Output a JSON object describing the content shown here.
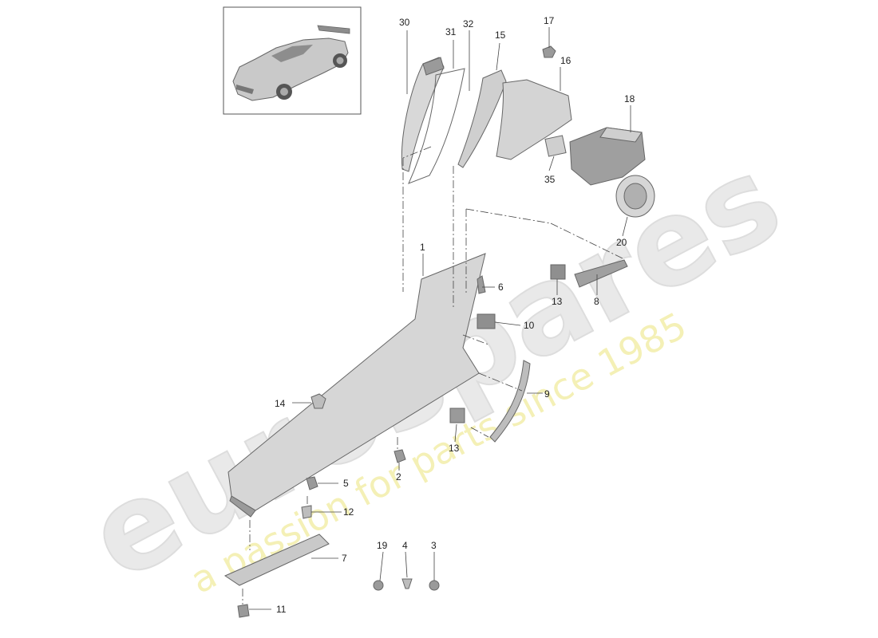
{
  "diagram": {
    "callouts": {
      "n1": "1",
      "n2": "2",
      "n3": "3",
      "n4": "4",
      "n5": "5",
      "n6": "6",
      "n7": "7",
      "n8": "8",
      "n9": "9",
      "n10": "10",
      "n11": "11",
      "n12": "12",
      "n13a": "13",
      "n13b": "13",
      "n14": "14",
      "n15": "15",
      "n16": "16",
      "n17": "17",
      "n18": "18",
      "n19": "19",
      "n20": "20",
      "n30": "30",
      "n31": "31",
      "n32": "32",
      "n35": "35"
    }
  },
  "watermark": {
    "brand": "eurospares",
    "tagline": "a passion for parts since 1985",
    "brand_color": "#e6e6e6",
    "tagline_color": "#f3efb0"
  },
  "colors": {
    "line": "#333333",
    "part_fill": "#d9d9d9",
    "part_shadow": "#9a9a9a"
  }
}
